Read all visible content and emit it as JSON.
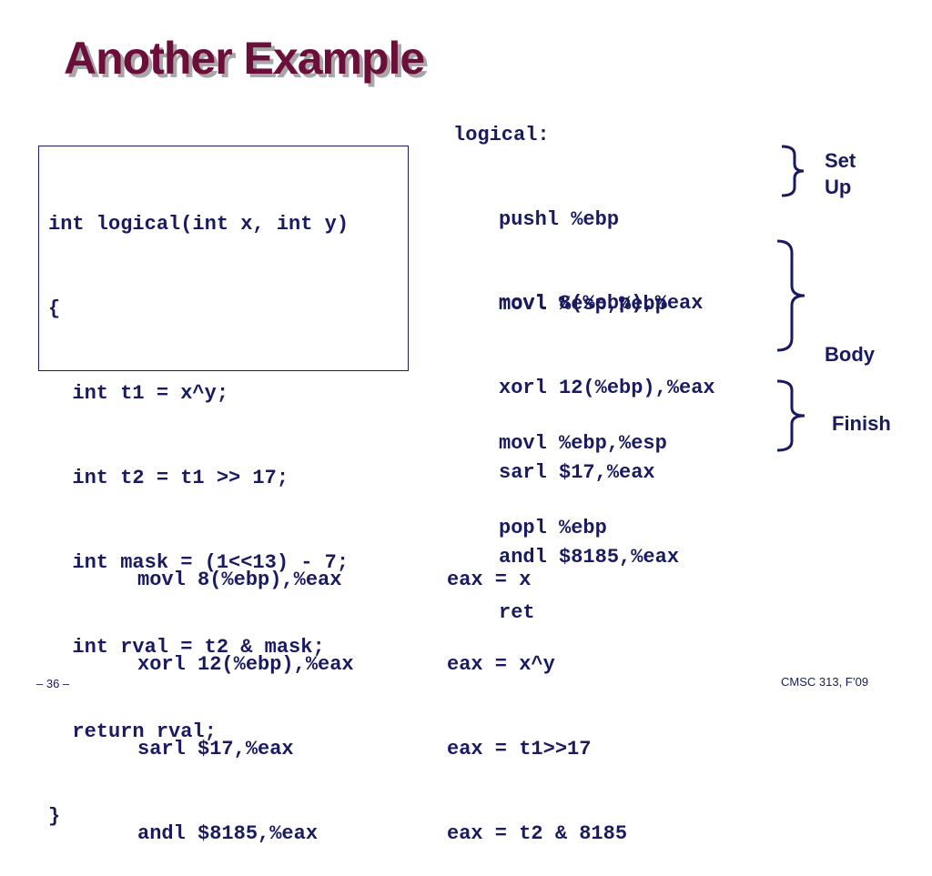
{
  "slide": {
    "title": "Another Example",
    "c_code": [
      "int logical(int x, int y)",
      "{",
      "  int t1 = x^y;",
      "  int t2 = t1 >> 17;",
      "  int mask = (1<<13) - 7;",
      "  int rval = t2 & mask;",
      "  return rval;",
      "}"
    ],
    "asm_label": "logical:",
    "asm_setup": [
      "pushl %ebp",
      "movl %esp,%ebp"
    ],
    "asm_body": [
      "movl 8(%ebp),%eax",
      "xorl 12(%ebp),%eax",
      "sarl $17,%eax",
      "andl $8185,%eax"
    ],
    "asm_finish": [
      "movl %ebp,%esp",
      "popl %ebp",
      "ret"
    ],
    "labels": {
      "setup_line1": "Set",
      "setup_line2": "Up",
      "body": "Body",
      "finish": "Finish"
    },
    "explain_asm": [
      "movl 8(%ebp),%eax",
      "xorl 12(%ebp),%eax",
      "sarl $17,%eax",
      "andl $8185,%eax"
    ],
    "explain_meaning": [
      "eax = x",
      "eax = x^y",
      "eax = t1>>17",
      "eax = t2 & 8185"
    ],
    "footer": {
      "page": "– 36 –",
      "course": "CMSC 313, F’09"
    },
    "colors": {
      "title": "#6b0f3a",
      "text": "#1a1a60",
      "title_shadow": "#a7a7a7"
    }
  }
}
